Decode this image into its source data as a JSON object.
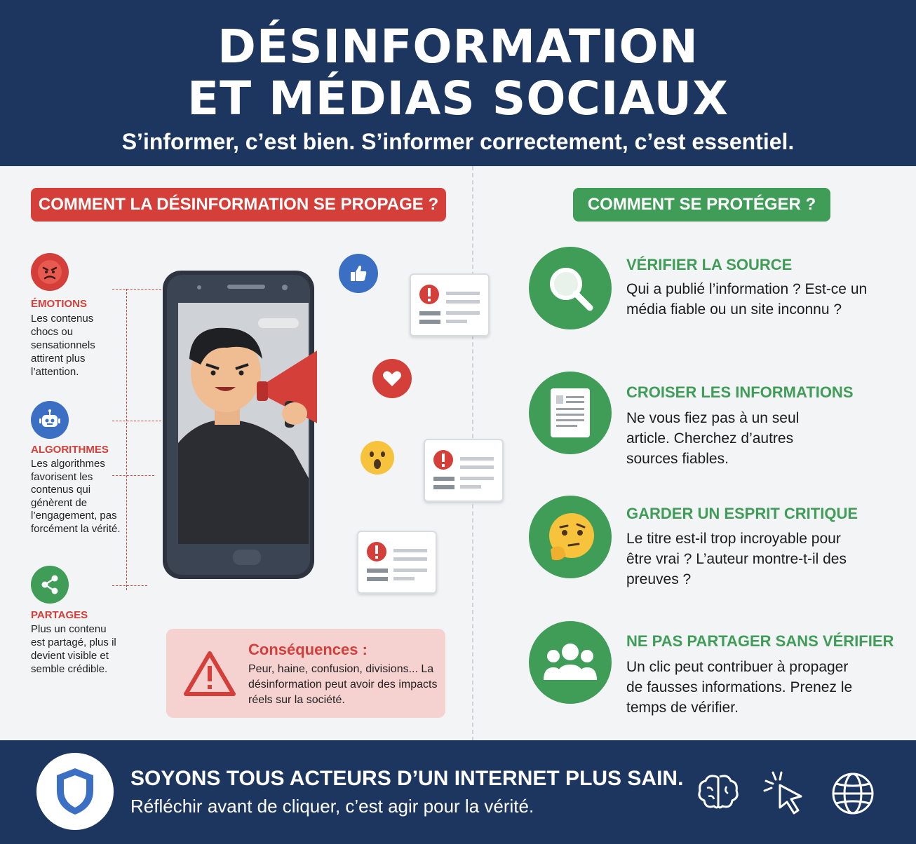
{
  "header": {
    "title_line1": "DÉSINFORMATION",
    "title_line2": "ET MÉDIAS SOCIAUX",
    "subtitle": "S’informer, c’est bien. S’informer correctement, c’est essentiel."
  },
  "left": {
    "heading": "COMMENT LA DÉSINFORMATION SE PROPAGE ?",
    "factors": [
      {
        "title": "ÉMOTIONS",
        "text": "Les contenus chocs ou sensationnels attirent plus l’attention.",
        "icon": "angry-face-icon"
      },
      {
        "title": "ALGORITHMES",
        "text": "Les algorithmes favorisent les contenus qui génèrent de l’engagement, pas forcément la vérité.",
        "icon": "robot-icon"
      },
      {
        "title": "PARTAGES",
        "text": "Plus un contenu est partagé, plus il devient visible et semble crédible.",
        "icon": "share-icon"
      }
    ],
    "consequences": {
      "title": "Conséquences :",
      "text": "Peur, haine, confusion, divisions... La désinformation peut avoir des impacts réels sur la société."
    }
  },
  "right": {
    "heading": "COMMENT SE PROTÉGER ?",
    "tips": [
      {
        "title": "VÉRIFIER LA SOURCE",
        "text": "Qui a publié l’information ? Est-ce un média fiable ou un site inconnu ?",
        "icon": "magnifier-icon"
      },
      {
        "title": "CROISER LES INFORMATIONS",
        "text": "Ne vous fiez pas à un seul article. Cherchez d’autres sources fiables.",
        "icon": "document-icon"
      },
      {
        "title": "GARDER UN ESPRIT CRITIQUE",
        "text": "Le titre est-il trop incroyable pour être vrai ? L’auteur montre-t-il des preuves ?",
        "icon": "thinking-face-icon"
      },
      {
        "title": "NE PAS PARTAGER SANS VÉRIFIER",
        "text": "Un clic peut contribuer à propager de fausses informations. Prenez le temps de vérifier.",
        "icon": "people-icon"
      }
    ]
  },
  "footer": {
    "title": "SOYONS TOUS ACTEURS D’UN INTERNET PLUS SAIN.",
    "subtitle": "Réfléchir avant de cliquer, c’est agir pour la vérité."
  },
  "colors": {
    "navy": "#1c3660",
    "red": "#d43f3a",
    "green": "#3f9d57",
    "facebook_blue": "#3b6fc4"
  }
}
